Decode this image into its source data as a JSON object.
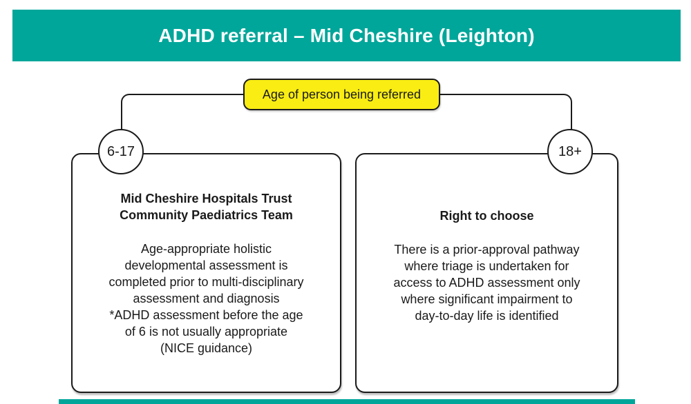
{
  "colors": {
    "teal": "#00A69A",
    "yellow": "#F9ED13",
    "line": "#1a1a1a",
    "text": "#1a1a1a",
    "title_text": "#ffffff"
  },
  "header": {
    "title": "ADHD referral – Mid Cheshire (Leighton)"
  },
  "flowchart": {
    "decision_label": "Age of person being referred",
    "branches": [
      {
        "age": "6-17",
        "heading": "Mid Cheshire Hospitals Trust\nCommunity Paediatrics Team",
        "body": "Age-appropriate holistic\ndevelopmental assessment is\ncompleted prior to multi-disciplinary\nassessment and diagnosis\n*ADHD assessment before the age\nof 6 is not usually appropriate\n(NICE guidance)"
      },
      {
        "age": "18+",
        "heading": "Right to choose",
        "body": "There is a prior-approval pathway\nwhere triage is undertaken for\naccess to ADHD assessment only\nwhere significant impairment to\nday-to-day life is identified"
      }
    ]
  }
}
